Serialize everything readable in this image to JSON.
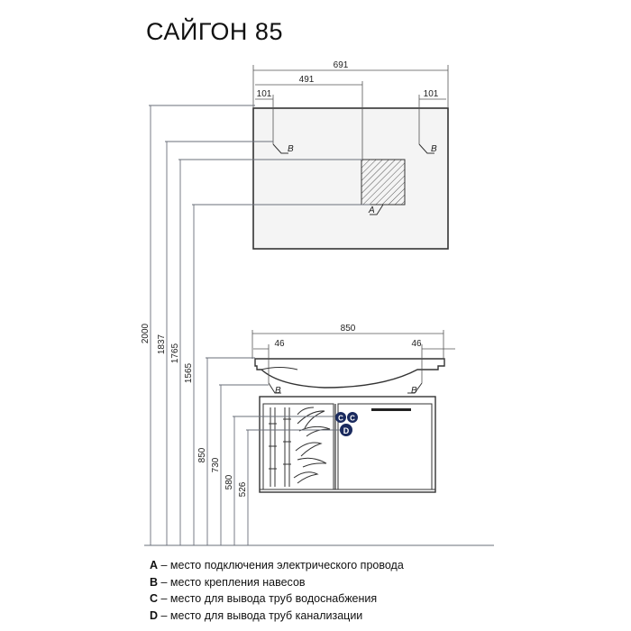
{
  "title": "САЙГОН 85",
  "dimensions": {
    "mirror_width": "691",
    "mirror_center_offset": "491",
    "mirror_left_edge": "101",
    "mirror_right_edge": "101",
    "cabinet_width": "850",
    "cabinet_left_mount": "46",
    "cabinet_right_mount": "46",
    "h_total": "2000",
    "h_1837": "1837",
    "h_1765": "1765",
    "h_1565": "1565",
    "h_850": "850",
    "h_730": "730",
    "h_580": "580",
    "h_526": "526"
  },
  "markers": {
    "a": "A",
    "b": "B",
    "c": "C",
    "d": "D"
  },
  "legend": [
    {
      "key": "A",
      "text": " – место подключения электрического провода"
    },
    {
      "key": "B",
      "text": " – место крепления навесов"
    },
    {
      "key": "C",
      "text": " – место для вывода труб водоснабжения"
    },
    {
      "key": "D",
      "text": " – место для вывода труб канализации"
    }
  ],
  "colors": {
    "line": "#3a3a3a",
    "mirror_fill": "#f2f2f2",
    "dark_blue": "#1a2a5e",
    "dim_line": "#6a6f7a"
  }
}
